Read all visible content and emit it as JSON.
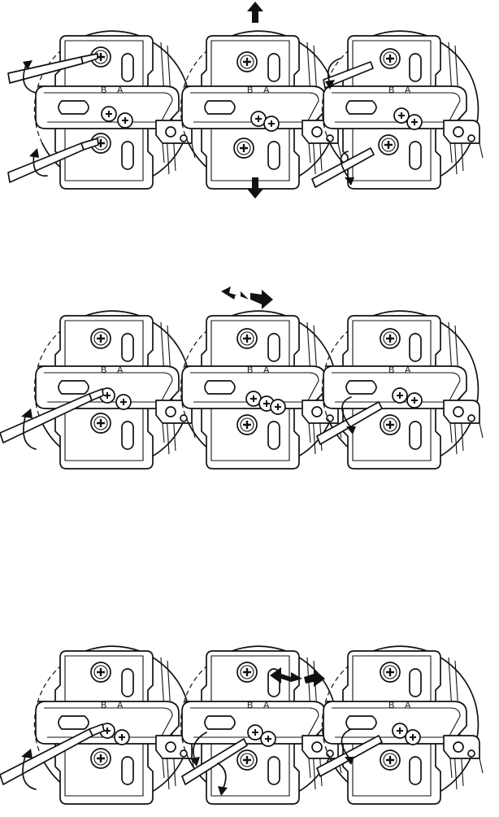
{
  "plate_labels": {
    "left": "B",
    "right": "A"
  },
  "rows": [
    {
      "steps": [
        {
          "tools": [
            "screwdriver"
          ],
          "arrows": [
            "rotate"
          ]
        },
        {
          "tools": [],
          "arrows": [
            "up-arrow",
            "down-arrow"
          ]
        },
        {
          "tools": [
            "screwdriver"
          ],
          "arrows": [
            "rotate"
          ]
        }
      ]
    },
    {
      "steps": [
        {
          "tools": [
            "screwdriver"
          ],
          "arrows": [
            "rotate"
          ]
        },
        {
          "tools": [],
          "arrows": [
            "left-right-arrow"
          ]
        },
        {
          "tools": [
            "screwdriver"
          ],
          "arrows": [
            "rotate"
          ]
        }
      ]
    },
    {
      "steps": [
        {
          "tools": [
            "screwdriver"
          ],
          "arrows": [
            "rotate"
          ]
        },
        {
          "tools": [
            "screwdriver"
          ],
          "arrows": [
            "rotate",
            "left-right-arrow"
          ]
        },
        {
          "tools": [
            "screwdriver"
          ],
          "arrows": [
            "rotate"
          ]
        }
      ]
    }
  ],
  "colors": {
    "line": "#111111",
    "background": "#ffffff"
  }
}
